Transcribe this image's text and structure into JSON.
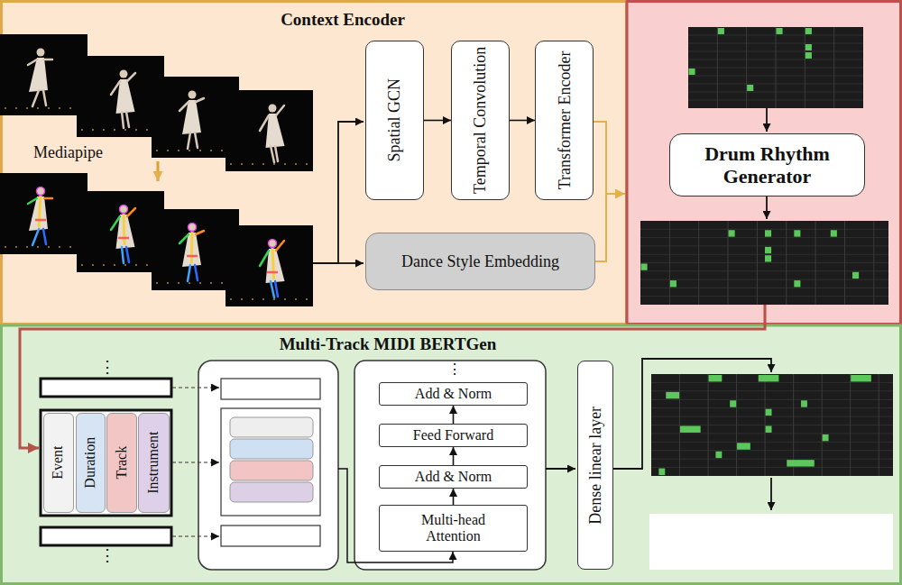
{
  "diagram": {
    "nodes": [
      {
        "text": [
          "Context Encoder"
        ]
      },
      {
        "text": [
          "Spatial GCN"
        ],
        "in": 0
      },
      {
        "text": [
          "Temporal Convolution"
        ],
        "in": 0
      },
      {
        "text": [
          "Transformer Encoder"
        ],
        "in": 0
      },
      {
        "text": [
          "Dance Style Embedding"
        ],
        "in": 0
      },
      {
        "text": [
          "Drum Rhythm Generator"
        ]
      },
      {
        "text": [
          "Multi-Track MIDI BERTGen"
        ]
      },
      {
        "text": [
          "Event"
        ],
        "in": 6
      },
      {
        "text": [
          "Duration"
        ],
        "in": 6
      },
      {
        "text": [
          "Track"
        ],
        "in": 6
      },
      {
        "text": [
          "Instrument"
        ],
        "in": 6
      },
      {
        "text": [
          "Add & Norm"
        ],
        "in": 6
      },
      {
        "text": [
          "Feed Forward"
        ],
        "in": 6
      },
      {
        "text": [
          "Add & Norm"
        ],
        "in": 6
      },
      {
        "text": [
          "Multi-head Attention"
        ],
        "in": 6
      },
      {
        "text": [
          "Dense linear layer"
        ],
        "in": 6
      }
    ],
    "edges": [
      {
        "from": 1,
        "to": 2,
        "arrow": "to"
      },
      {
        "from": 2,
        "to": 3,
        "arrow": "to"
      },
      {
        "from": 14,
        "to": 13,
        "arrow": "to"
      },
      {
        "from": 13,
        "to": 12,
        "arrow": "to"
      },
      {
        "from": 12,
        "to": 11,
        "arrow": "to"
      }
    ],
    "labels": [
      "Mediapipe",
      "⋮",
      "⋮",
      "⋮"
    ]
  }
}
